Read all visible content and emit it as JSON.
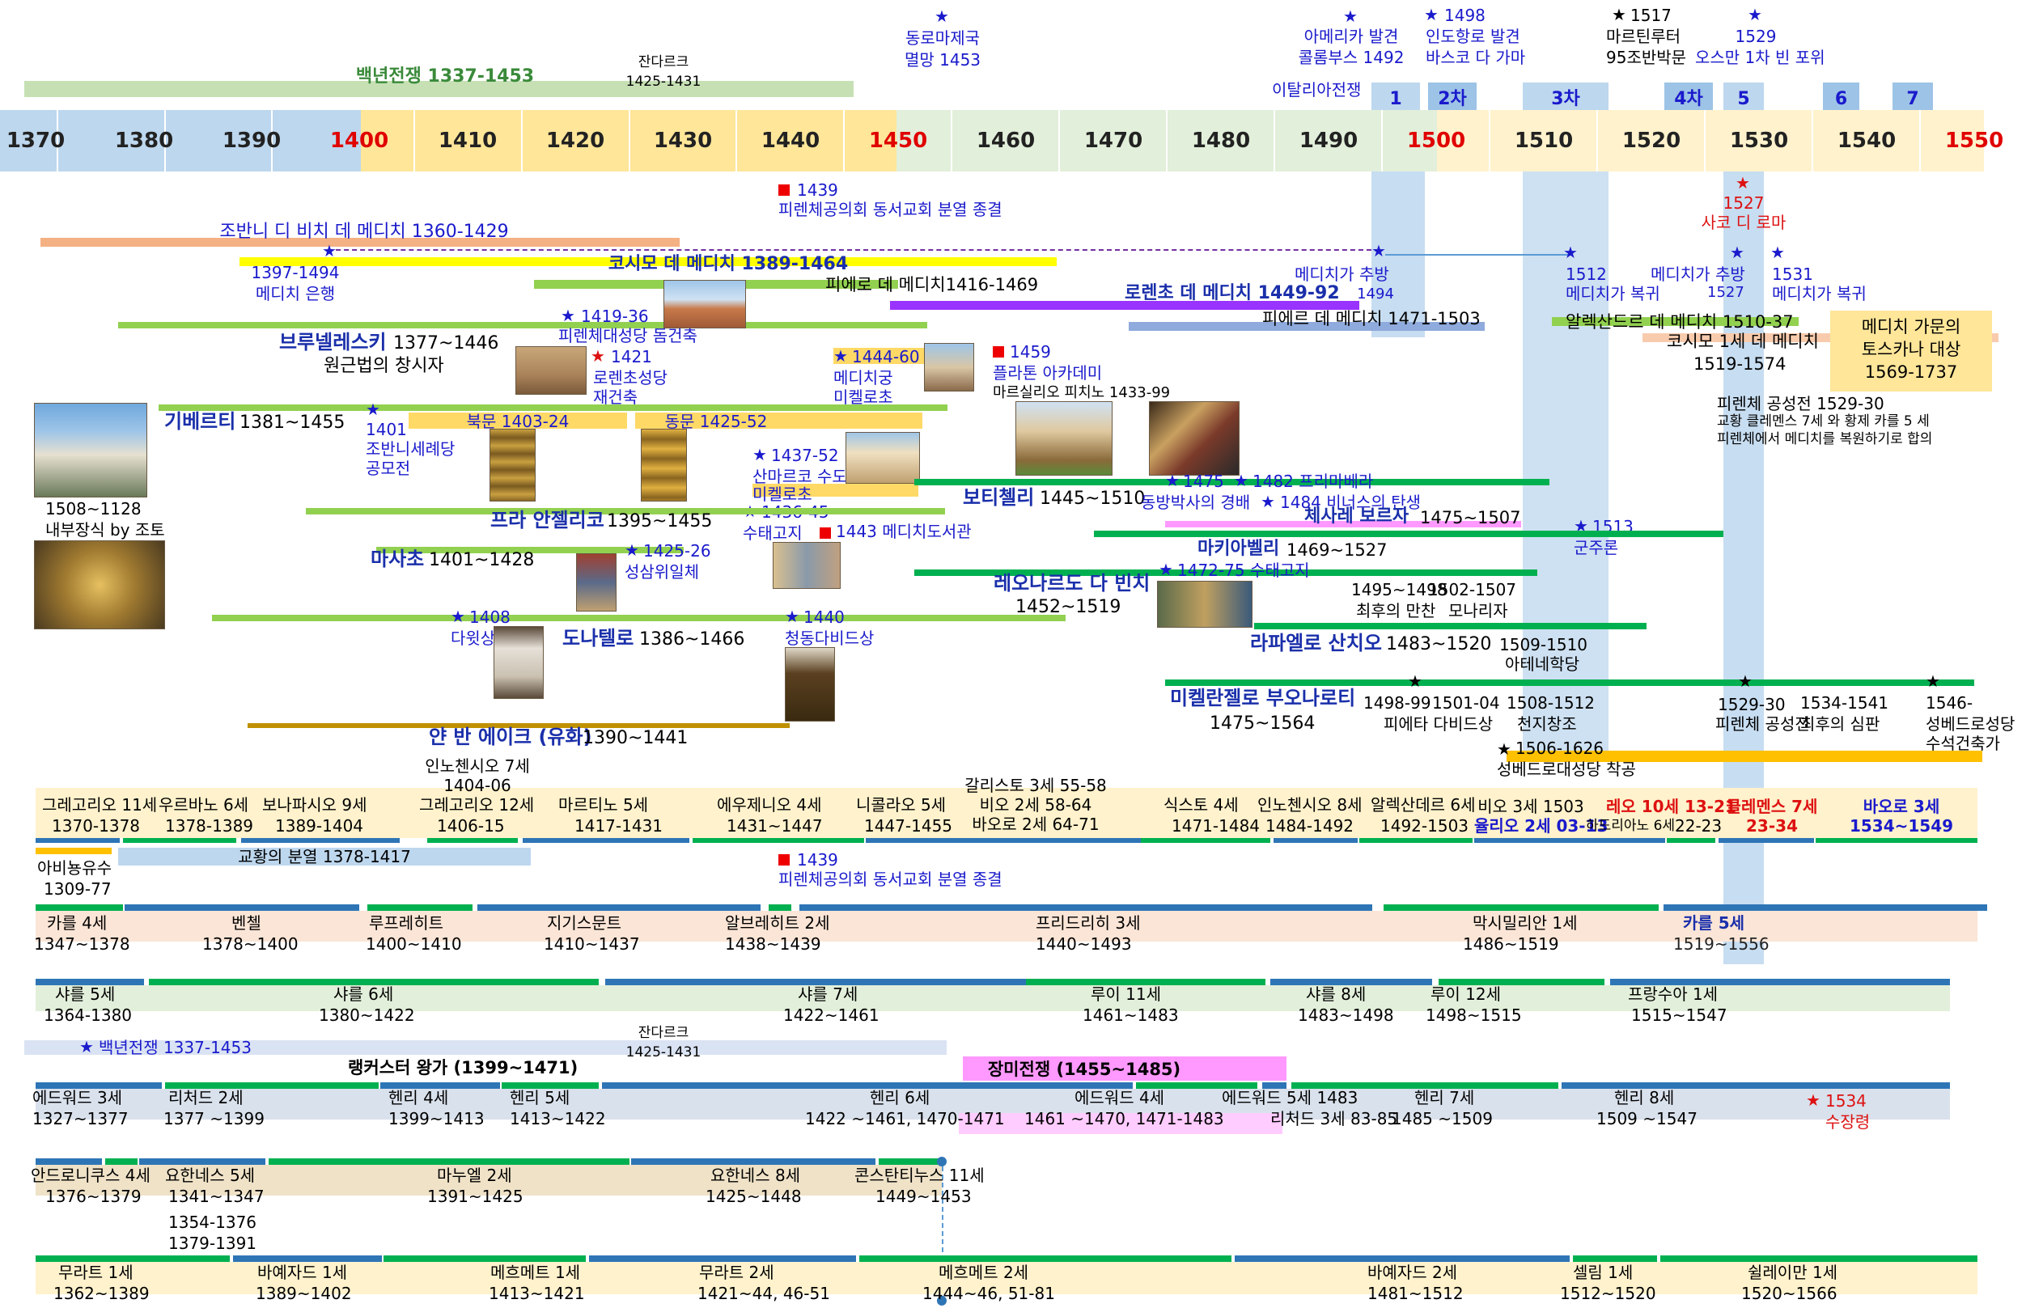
{
  "axis": {
    "years": [
      "1370",
      "1380",
      "1390",
      "1400",
      "1410",
      "1420",
      "1430",
      "1440",
      "1450",
      "1460",
      "1470",
      "1480",
      "1490",
      "1500",
      "1510",
      "1520",
      "1530",
      "1540",
      "1550"
    ],
    "red_years": [
      "1400",
      "1450",
      "1500",
      "1550"
    ]
  },
  "top": {
    "hundred_years_war": "백년전쟁 1337-1453",
    "joan": "잔다르크",
    "joan_years": "1425-1431",
    "byzantine_1": "동로마제국",
    "byzantine_2": "멸망 1453",
    "america_1": "아메리카 발견",
    "america_2": "콜롬부스 1492",
    "india_1": "1498",
    "india_2": "인도항로 발견",
    "india_3": "바스코 다 가마",
    "luther_1": "1517",
    "luther_2": "마르틴루터",
    "luther_3": "95조반박문",
    "vienna_1": "1529",
    "vienna_2": "오스만 1차 빈 포위",
    "italian_wars": "이탈리아전쟁",
    "italian_war_labels": [
      "1",
      "2차",
      "3차",
      "4차",
      "5",
      "6",
      "7"
    ]
  },
  "florence": {
    "council_1439_year": "1439",
    "council_1439": "피렌체공의회 동서교회 분열 종결",
    "sack_year": "1527",
    "sack": "사코 디 로마",
    "giovanni": "조반니 디 비치 데 메디치 1360-1429",
    "medici_bank_years": "1397-1494",
    "medici_bank": "메디치 은행",
    "cosimo": "코시모 데 메디치 1389-1464",
    "piero": "피에로 데 메디치1416-1469",
    "lorenzo": "로렌초 데 메디치 1449-92",
    "piero2": "피에르 데 메디치 1471-1503",
    "exile1": "메디치가 추방",
    "exile1_year": "1494",
    "restore1_year": "1512",
    "restore1": "메디치가 복귀",
    "exile2": "메디치가 추방",
    "exile2_year": "1527",
    "restore2_year": "1531",
    "restore2": "메디치가 복귀",
    "alessandro": "알렉산드르 데 메디치 1510-37",
    "cosimo1": "코시모 1세 데 메디치",
    "cosimo1_years": "1519-1574",
    "tuscany_1": "메디치 가문의",
    "tuscany_2": "토스카나 대상",
    "tuscany_3": "1569-1737",
    "brunelleschi": "브루넬레스키",
    "brunelleschi_years": "1377~1446",
    "brunelleschi_note": "원근법의 창시자",
    "dome_year": "1419-36",
    "dome": "피렌체대성당 돔건축",
    "lorenzo_church_year": "1421",
    "lorenzo_church_1": "로렌초성당",
    "lorenzo_church_2": "재건축",
    "medici_palace_year": "1444-60",
    "medici_palace_1": "메디치궁",
    "medici_palace_2": "미켈로초",
    "platonic_year": "1459",
    "platonic": "플라톤 아카데미",
    "ficino": "마르실리오 피치노 1433-99",
    "ghiberti": "기베르티",
    "ghiberti_years": "1381~1455",
    "baptistery_year": "1401",
    "baptistery_1": "조반니세례당",
    "baptistery_2": "공모전",
    "north_door": "북문  1403-24",
    "east_door": "동문  1425-52",
    "baptistery_years": "1508~1128",
    "giotto": "내부장식 by 조토",
    "san_marco_year": "1437-52",
    "san_marco_1": "산마르코 수도원",
    "san_marco_2": "미켈로초",
    "annunc_year": "1436-45",
    "annunc": "수태고지",
    "library": "1443 메디치도서관",
    "angelico": "프라 안젤리코",
    "angelico_years": "1395~1455",
    "masaccio": "마사초",
    "masaccio_years": "1401~1428",
    "trinity_year": "1425-26",
    "trinity": "성삼위일체",
    "donatello": "도나텔로",
    "donatello_years": "1386~1466",
    "david_marble_year": "1408",
    "david_marble": "다윗상",
    "david_bronze_year": "1440",
    "david_bronze": "청동다비드상",
    "eyck": "얀 반 에이크 (유화)",
    "eyck_years": "1390~1441",
    "botticelli": "보티첼리",
    "botticelli_years": "1445~1510",
    "magi": "동방박사의 경배",
    "primavera": "1482 프리마베라",
    "venus": "1484 비너스의 탄생",
    "magi_year": "1475",
    "borgia": "체사레 보르자",
    "borgia_years": "1475~1507",
    "prince_year": "1513",
    "prince": "군주론",
    "machiavelli": "마키아벨리",
    "machiavelli_years": "1469~1527",
    "leonardo": "레오나르도 다 빈치",
    "leonardo_years": "1452~1519",
    "leo_annunc": "1472-75 수태고지",
    "supper_years": "1495~1498",
    "supper": "최후의 만찬",
    "mona_years": "1502-1507",
    "mona": "모나리자",
    "raphael": "라파엘로 산치오",
    "raphael_years": "1483~1520",
    "athens_years": "1509-1510",
    "athens": "아테네학당",
    "michelangelo": "미켈란젤로 부오나로티",
    "michelangelo_years": "1475~1564",
    "pieta_years": "1498-99",
    "david3_years": "1501-04",
    "pieta": "피에타 다비드상",
    "sistine_years": "1508-1512",
    "sistine": "천지창조",
    "judgment_hall_years": "1529-30",
    "judgment_hall": "피렌체 공성전",
    "judgment_years": "1534-1541",
    "judgment": "최후의 심판",
    "stpeter_years": "1546-",
    "stpeter_1": "성베드로성당",
    "stpeter_2": "수석건축가",
    "stpeter_start": "1506-1626",
    "stpeter_start_note": "성베드로대성당 착공",
    "siege": "피렌체 공성전 1529-30",
    "siege_note_1": "교황 클레멘스 7세 와 황제 카를 5 세",
    "siege_note_2": "피렌체에서 메디치를 복원하기로 합의"
  },
  "popes": {
    "innocent7": "인노첸시오 7세",
    "innocent7_years": "1404-06",
    "callixtus": "갈리스토 3세 55-58",
    "pius2": "비오 2세 58-64",
    "paul2": "바오로 2세 64-71",
    "row": [
      {
        "name": "그레고리오 11세",
        "years": "1370-1378"
      },
      {
        "name": "우르바노 6세",
        "years": "1378-1389"
      },
      {
        "name": "보나파시오 9세",
        "years": "1389-1404"
      },
      {
        "name": "그레고리오 12세",
        "years": "1406-15"
      },
      {
        "name": "마르티노 5세",
        "years": "1417-1431"
      },
      {
        "name": "에우제니오 4세",
        "years": "1431~1447"
      },
      {
        "name": "니콜라오 5세",
        "years": "1447-1455"
      },
      {
        "name": "식스토 4세",
        "years": "1471-1484"
      },
      {
        "name": "인노첸시오 8세",
        "years": "1484-1492"
      },
      {
        "name": "알렉산데르 6세",
        "years": "1492-1503"
      }
    ],
    "pius3": "비오 3세 1503",
    "julius2": "율리오 2세 03-13",
    "leo10": "레오 10세 13-21",
    "adrian6": "하드리아노 6세",
    "adrian6_years": "22-23",
    "clement7": "클레멘스 7세",
    "clement7_years": "23-34",
    "paul3": "바오로 3세",
    "paul3_years": "1534~1549",
    "avignon": "아비뇽유수",
    "avignon_years": "1309-77",
    "schism": "교황의 분열 1378-1417",
    "council_year": "1439",
    "council": "피렌체공의회 동서교회 분열 종결"
  },
  "hre": [
    {
      "name": "카를 4세",
      "years": "1347~1378"
    },
    {
      "name": "벤첼",
      "years": "1378~1400"
    },
    {
      "name": "루프레히트",
      "years": "1400~1410"
    },
    {
      "name": "지기스문트",
      "years": "1410~1437"
    },
    {
      "name": "알브레히트 2세",
      "years": "1438~1439"
    },
    {
      "name": "프리드리히 3세",
      "years": "1440~1493"
    },
    {
      "name": "막시밀리안 1세",
      "years": "1486~1519"
    },
    {
      "name": "카를 5세",
      "years": "1519~1556"
    }
  ],
  "france": [
    {
      "name": "샤를 5세",
      "years": "1364-1380"
    },
    {
      "name": "샤를 6세",
      "years": "1380~1422"
    },
    {
      "name": "샤를 7세",
      "years": "1422~1461"
    },
    {
      "name": "루이 11세",
      "years": "1461~1483"
    },
    {
      "name": "샤를 8세",
      "years": "1483~1498"
    },
    {
      "name": "루이 12세",
      "years": "1498~1515"
    },
    {
      "name": "프랑수아 1세",
      "years": "1515~1547"
    }
  ],
  "england": {
    "hundred_years_war": "백년전쟁 1337-1453",
    "joan": "잔다르크",
    "joan_years": "1425-1431",
    "lancaster": "랭커스터 왕가 (1399~1471)",
    "roses": "장미전쟁 (1455~1485)",
    "kings": [
      {
        "name": "에드워드 3세",
        "years": "1327~1377"
      },
      {
        "name": "리처드 2세",
        "years": "1377 ~1399"
      },
      {
        "name": "헨리 4세",
        "years": "1399~1413"
      },
      {
        "name": "헨리 5세",
        "years": "1413~1422"
      },
      {
        "name": "헨리 6세",
        "years": "1422 ~1461, 1470-1471"
      },
      {
        "name": "에드워드 4세",
        "years": "1461 ~1470, 1471-1483"
      },
      {
        "name": "에드워드 5세 1483",
        "years": "리처드 3세 83-85"
      },
      {
        "name": "헨리 7세",
        "years": "1485 ~1509"
      },
      {
        "name": "헨리 8세",
        "years": "1509 ~1547"
      }
    ],
    "supremacy_year": "1534",
    "supremacy": "수장령"
  },
  "byzantium": {
    "kings": [
      {
        "name": "안드로니쿠스 4세",
        "years": "1376~1379"
      },
      {
        "name": "요한네스 5세",
        "years": "1341~1347"
      },
      {
        "name": "마누엘 2세",
        "years": "1391~1425"
      },
      {
        "name": "요한네스 8세",
        "years": "1425~1448"
      },
      {
        "name": "콘스탄티누스 11세",
        "years": "1449~1453"
      }
    ],
    "john5_years2": "1354-1376",
    "john5_years3": "1379-1391"
  },
  "ottoman": [
    {
      "name": "무라트 1세",
      "years": "1362~1389"
    },
    {
      "name": "바예자드 1세",
      "years": "1389~1402"
    },
    {
      "name": "메흐메트 1세",
      "years": "1413~1421"
    },
    {
      "name": "무라트 2세",
      "years": "1421~44, 46-51"
    },
    {
      "name": "메흐메트 2세",
      "years": "1444~46, 51-81"
    },
    {
      "name": "바예자드 2세",
      "years": "1481~1512"
    },
    {
      "name": "셀림 1세",
      "years": "1512~1520"
    },
    {
      "name": "쉴레이만 1세",
      "years": "1520~1566"
    }
  ]
}
